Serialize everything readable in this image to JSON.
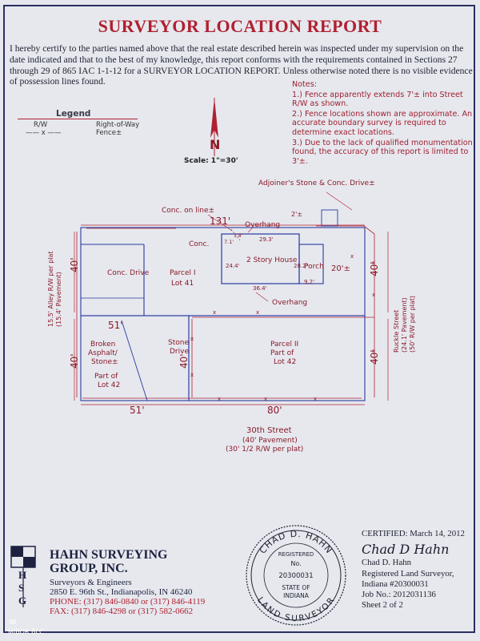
{
  "title": "SURVEYOR LOCATION REPORT",
  "certification_text": "I hereby certify to the parties named above that the real estate described herein was inspected under my supervision on the date indicated and that to the best of my knowledge, this report conforms with the requirements contained in Sections 27 through 29 of 865 IAC 1-1-12 for a SURVEYOR LOCATION REPORT. Unless otherwise noted there is no visible evidence of possession lines found.",
  "notes": {
    "heading": "Notes:",
    "items": [
      "1.) Fence apparently extends 7'± into Street R/W as shown.",
      "2.) Fence locations shown are approximate. An accurate boundary survey is required to determine exact locations.",
      "3.) Due to the lack of qualified monumentation found, the accuracy of this report is limited to 3'±."
    ]
  },
  "legend": {
    "heading": "Legend",
    "rw_symbol": "R/W",
    "rw_label": "Right-of-Way",
    "fence_symbol": "—— x ——",
    "fence_label": "Fence±"
  },
  "scale": "Scale: 1\"=30'",
  "north_arrow_letter": "N",
  "plat": {
    "adjoiner": "Adjoiner's Stone & Conc. Drive±",
    "conc_on_line": "Conc. on line±",
    "top_dim": "131'",
    "two_ft": "2'±",
    "overhang_top": "Overhang",
    "conc_label": "Conc.",
    "dim_71": "7.1'",
    "dim_18": "1.8'",
    "dim_293": "29.3'",
    "dim_244": "24.4'",
    "house": "2 Story House",
    "dim_282": "28.2'",
    "porch": "Porch",
    "dim_92": "9.2'",
    "dim_20": "20'±",
    "dim_364": "36.4'",
    "overhang_bottom": "Overhang",
    "parcel1": "Parcel I",
    "lot41": "Lot 41",
    "conc_drive": "Conc. Drive",
    "left_40_top": "40'",
    "left_40_bottom": "40'",
    "right_40_top": "40'",
    "right_40_bottom": "40'",
    "dim_51_mid": "51'",
    "dim_51_bottom": "51'",
    "dim_80": "80'",
    "mid_40": "40'",
    "broken_asphalt": "Broken Asphalt/ Stone±",
    "stone_drive": "Stone Drive",
    "part_lot42_left": "Part of Lot 42",
    "parcel2": "Parcel II",
    "part_lot42_right": "Part of Lot 42",
    "alley": "15.5' Alley R/W per plat (15.4' Pavement)",
    "ruckle": "Ruckle Street (24.1' Pavement) (50' R/W per plat)",
    "street_30": "30th Street",
    "street_30_pave": "(40' Pavement)",
    "street_30_rw": "(30' 1/2 R/W per plat)"
  },
  "company": {
    "name_line1": "HAHN SURVEYING",
    "name_line2": "GROUP, INC.",
    "subtitle": "Surveyors & Engineers",
    "address": "2850 E. 96th St., Indianapolis, IN 46240",
    "phone": "PHONE: (317) 846-0840 or (317) 846-4119",
    "fax": "FAX: (317) 846-4298 or (317) 582-0662",
    "logo_letters": [
      "H",
      "S",
      "G"
    ]
  },
  "seal": {
    "top_text": "CHAD D. HAHN",
    "registered": "REGISTERED",
    "no_label": "No.",
    "number": "20300031",
    "state_of": "STATE OF",
    "indiana": "INDIANA",
    "bottom_text": "LAND SURVEYOR"
  },
  "certified": {
    "certified_line": "CERTIFIED: March 14, 2012",
    "signature": "Chad D Hahn",
    "name": "Chad D. Hahn",
    "title": "Registered Land Surveyor,",
    "license": "Indiana #20300031",
    "job_no": "Job No.: 2012031136",
    "sheet": "Sheet 2 of 2"
  },
  "watermark": "MIBOR BLC",
  "colors": {
    "red": "#b02030",
    "blue": "#2a3aa0",
    "ink": "#1e2230"
  }
}
